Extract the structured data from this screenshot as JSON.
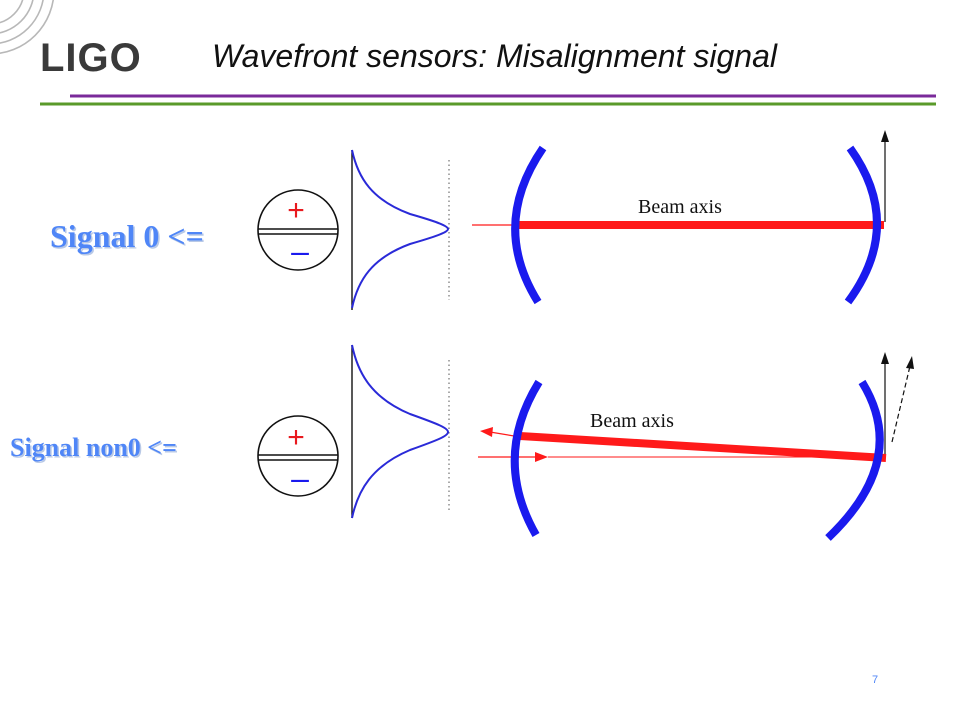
{
  "header": {
    "logo_text": "LIGO",
    "title": "Wavefront sensors: Misalignment signal"
  },
  "diagrams": {
    "aligned": {
      "signal_label": "Signal 0  <=",
      "beam_label": "Beam axis",
      "photodiode_plus": "+",
      "photodiode_minus": "–"
    },
    "misaligned": {
      "signal_label": "Signal non0  <=",
      "beam_label": "Beam axis",
      "photodiode_plus": "+",
      "photodiode_minus": "–"
    }
  },
  "footer": {
    "page_number": "7"
  },
  "colors": {
    "beam": "#ff1a1a",
    "mirror": "#1a1aee",
    "gaussian": "#2a2ad8",
    "label": "#4f86f7",
    "divider_green": "#5a9a2a",
    "divider_purple": "#7a2a9a",
    "photodiode_sign": "#e8191e",
    "photodiode_minus_sign": "#1a1aee"
  }
}
